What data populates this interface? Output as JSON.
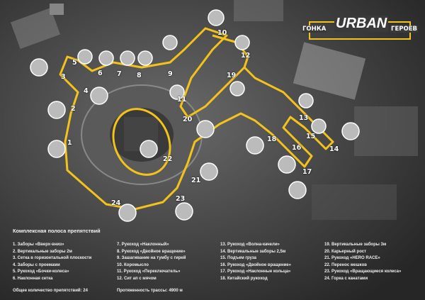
{
  "logo": {
    "left": "ГОНКА",
    "center": "URBAN",
    "right": "ГЕРОЕВ"
  },
  "route_color": "#f3c21b",
  "markers": [
    "1",
    "2",
    "3",
    "4",
    "5",
    "6",
    "7",
    "8",
    "9",
    "10",
    "11",
    "12",
    "13",
    "14",
    "15",
    "16",
    "17",
    "18",
    "19",
    "20",
    "21",
    "22",
    "23",
    "24"
  ],
  "legend": {
    "title": "Комплексная полоса препятствий",
    "columns": [
      [
        "1. Заборы «Вверх-вниз»",
        "2. Вертикальные заборы 2м",
        "3. Сетка в горизонтальной плоскости",
        "4. Заборы с проемами",
        "5. Рукоход «Бочки-колеса»",
        "6. Наклонная сетка"
      ],
      [
        "7. Рукоход «Наклонный»",
        "8. Рукоход «Двойное вращение»",
        "9. Зашагивание на тумбу с гирей",
        "10. Коромысло",
        "11. Рукоход «Переключатель»",
        "12. Сит ап с мячом"
      ],
      [
        "13. Рукоход «Волна-качели»",
        "14. Вертикальные заборы 2,5м",
        "15. Подъем груза",
        "16. Рукоход «Двойное вращение»",
        "17. Рукоход «Наклонные кольца»",
        "18. Китайский рукоход"
      ],
      [
        "19. Вертикальные заборы 3м",
        "20. Карьерный рост",
        "21. Рукоход «HERO RACE»",
        "22. Перенос мешков",
        "23. Рукоход «Вращающиеся колеса»",
        "24.  Горка с канатами"
      ]
    ],
    "total_obstacles": "Общее количество препятствий: 24",
    "track_length": "Протяженность трассы: 4900 м"
  }
}
